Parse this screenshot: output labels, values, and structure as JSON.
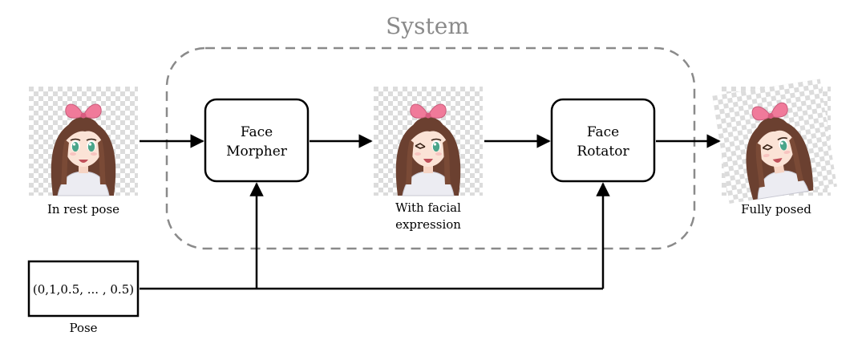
{
  "diagram": {
    "system_label": "System",
    "face_morpher": {
      "line1": "Face",
      "line2": "Morpher"
    },
    "face_rotator": {
      "line1": "Face",
      "line2": "Rotator"
    },
    "pose_vector": "(0,1,0.5, ... , 0.5)",
    "captions": {
      "rest_pose": "In rest pose",
      "expression_line1": "With facial",
      "expression_line2": "expression",
      "fully_posed": "Fully posed",
      "pose": "Pose"
    },
    "images": {
      "rest_pose": "anime-girl-neutral",
      "expression": "anime-girl-winking",
      "fully_posed": "anime-girl-winking-head-tilted"
    },
    "colors": {
      "system_border": "#8a8a8a",
      "system_label": "#8a8a8a",
      "bow": "#f07a9a",
      "hair": "#6b4030",
      "skin": "#fbe3d6",
      "eyes": "#4aa58a",
      "hoodie": "#ececf2"
    }
  }
}
